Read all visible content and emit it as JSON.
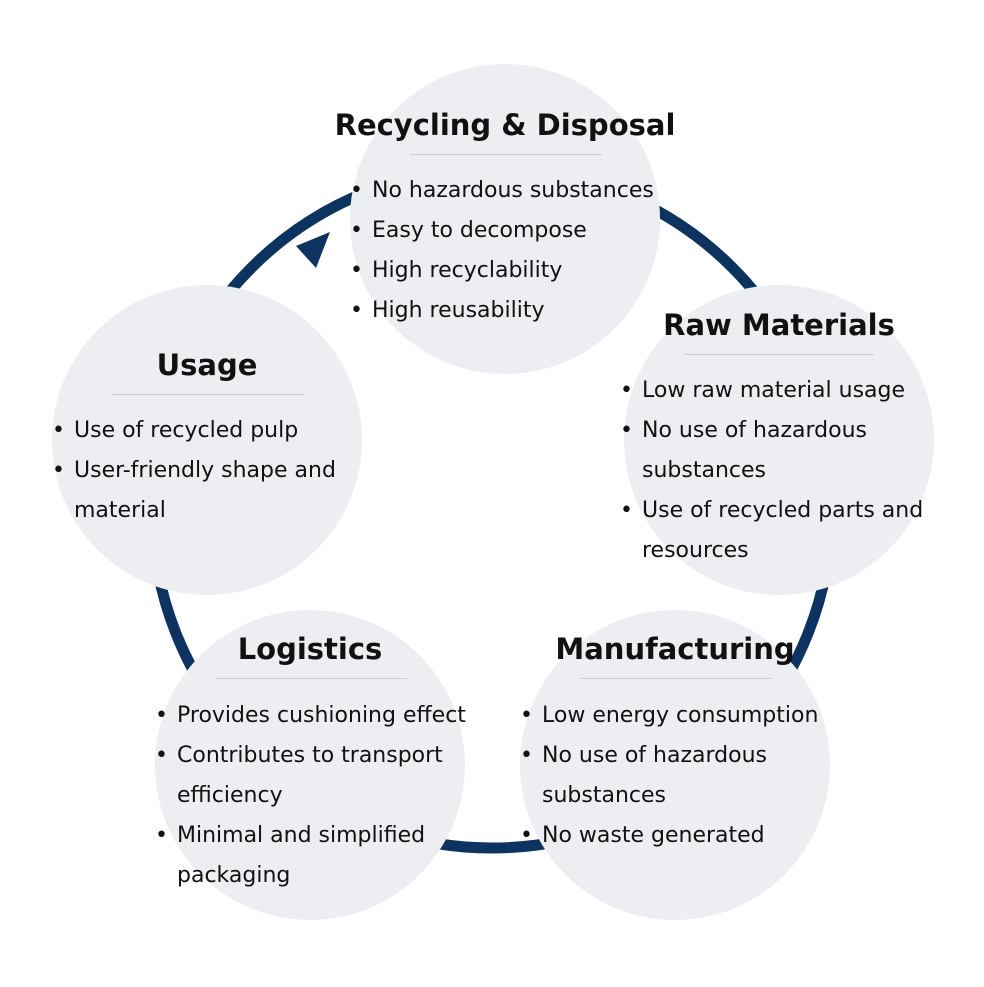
{
  "colors": {
    "ring": "#0d3460",
    "circle_fill": "#eceef1",
    "text": "#111111",
    "rule": "#c9ced6"
  },
  "stages": {
    "recycling": {
      "title": "Recycling & Disposal",
      "items": [
        "No hazardous substances",
        "Easy to decompose",
        "High recyclability",
        "High reusability"
      ]
    },
    "raw_materials": {
      "title": "Raw Materials",
      "items": [
        "Low raw material usage",
        "No use of hazardous substances",
        "Use of recycled parts and resources"
      ]
    },
    "manufacturing": {
      "title": "Manufacturing",
      "items": [
        "Low energy consumption",
        "No use of hazardous substances",
        "No waste generated"
      ]
    },
    "logistics": {
      "title": "Logistics",
      "items": [
        "Provides cushioning effect",
        "Contributes to transport efficiency",
        "Minimal and simplified packaging"
      ]
    },
    "usage": {
      "title": "Usage",
      "items": [
        "Use of recycled pulp",
        "User-friendly shape and material"
      ]
    }
  },
  "icons": {
    "cycle_arrow": "arrow-head-icon"
  }
}
